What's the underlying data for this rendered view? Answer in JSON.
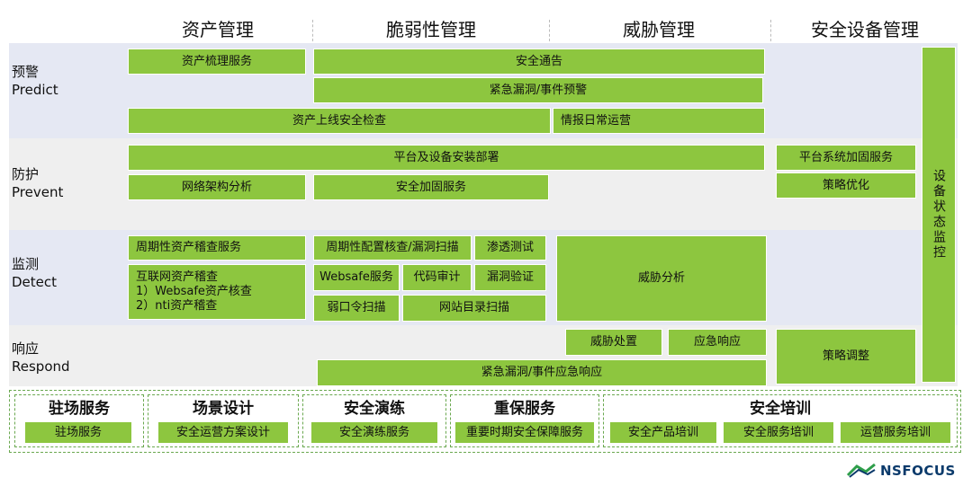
{
  "columns": [
    "资产管理",
    "脆弱性管理",
    "威胁管理",
    "安全设备管理"
  ],
  "rows": [
    {
      "cn": "预警",
      "en": "Predict"
    },
    {
      "cn": "防护",
      "en": "Prevent"
    },
    {
      "cn": "监测",
      "en": "Detect"
    },
    {
      "cn": "响应",
      "en": "Respond"
    }
  ],
  "predict": {
    "asset_sort": "资产梳理服务",
    "security_notice": "安全通告",
    "emergency_warning": "紧急漏洞/事件预警",
    "asset_online_check": "资产上线安全检查",
    "intel_ops": "情报日常运营"
  },
  "prevent": {
    "platform_deploy": "平台及设备安装部署",
    "platform_harden": "平台系统加固服务",
    "net_arch": "网络架构分析",
    "security_harden": "安全加固服务",
    "policy_opt": "策略优化"
  },
  "detect": {
    "periodic_asset": "周期性资产稽查服务",
    "internet_asset": [
      "互联网资产稽查",
      "1）Websafe资产核查",
      "2）nti资产稽查"
    ],
    "config_scan": "周期性配置核查/漏洞扫描",
    "pentest": "渗透测试",
    "websafe": "Websafe服务",
    "code_audit": "代码审计",
    "vuln_verify": "漏洞验证",
    "weak_pwd": "弱口令扫描",
    "dir_scan": "网站目录扫描",
    "threat_analysis": "威胁分析"
  },
  "respond": {
    "threat_dispose": "威胁处置",
    "emergency_resp": "应急响应",
    "emergency_vuln_resp": "紧急漏洞/事件应急响应",
    "policy_adjust": "策略调整"
  },
  "device_monitor": "设备状态监控",
  "services": [
    {
      "title": "驻场服务",
      "items": [
        "驻场服务"
      ]
    },
    {
      "title": "场景设计",
      "items": [
        "安全运营方案设计"
      ]
    },
    {
      "title": "安全演练",
      "items": [
        "安全演练服务"
      ]
    },
    {
      "title": "重保服务",
      "items": [
        "重要时期安全保障服务"
      ]
    },
    {
      "title": "安全培训",
      "items": [
        "安全产品培训",
        "安全服务培训",
        "运营服务培训"
      ]
    }
  ],
  "logo": "NSFOCUS",
  "colors": {
    "green": "#8dc63f",
    "band_blue": "#e5e8f3",
    "band_grey": "#efefef",
    "dash": "#6aa84f",
    "logo": "#0b3a6b"
  }
}
